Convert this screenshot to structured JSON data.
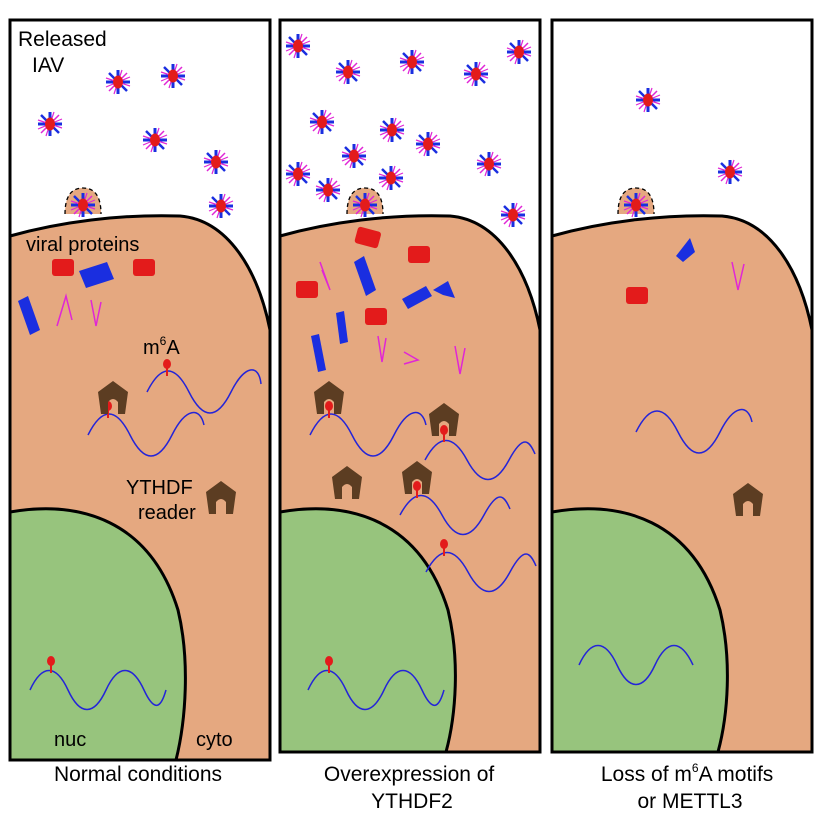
{
  "colors": {
    "cytoplasm": "#e5a880",
    "nucleus": "#97c47d",
    "protein_red": "#e31b1b",
    "protein_blue": "#1a2ee0",
    "protein_pink": "#e026d6",
    "reader": "#5c3d22",
    "rna": "#2424d8",
    "outline": "#000000"
  },
  "labels": {
    "released_line1": "Released",
    "released_line2": "IAV",
    "viral_proteins": "viral proteins",
    "m6a_base": "m",
    "m6a_sup": "6",
    "m6a_tail": "A",
    "ythdf_line1": "YTHDF",
    "ythdf_line2": "reader",
    "nuc": "nuc",
    "cyto": "cyto"
  },
  "panels": [
    {
      "name": "normal",
      "caption_lines": [
        "Normal conditions"
      ]
    },
    {
      "name": "overexpression",
      "caption_lines": [
        "Overexpression of",
        "YTHDF2"
      ]
    },
    {
      "name": "loss",
      "caption_line1_parts": [
        "Loss of m",
        "6",
        "A  motifs"
      ],
      "caption_line2": "or METTL3"
    }
  ]
}
